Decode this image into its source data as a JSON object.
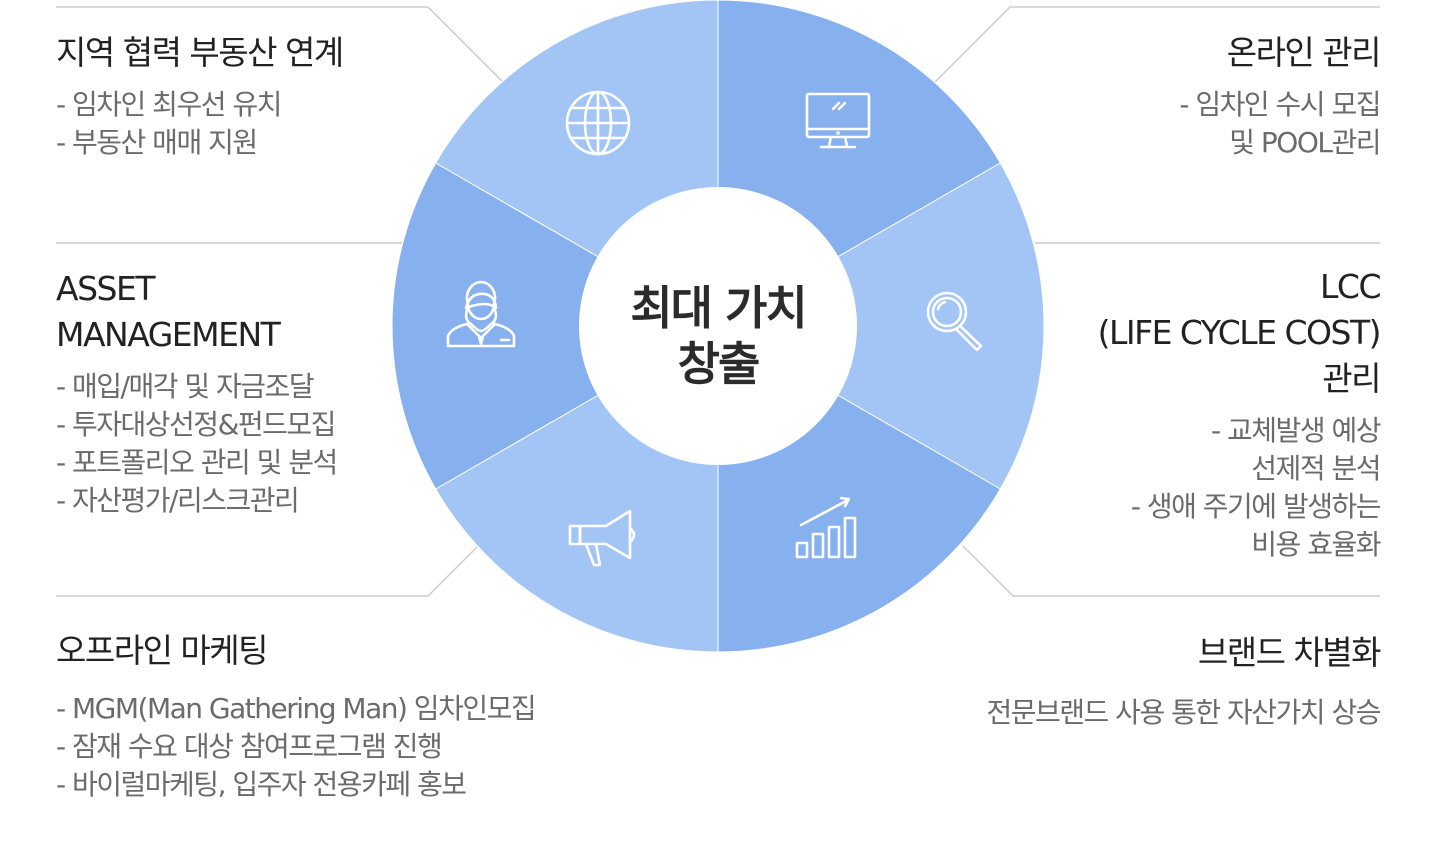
{
  "center": {
    "line1": "최대 가치",
    "line2": "창출"
  },
  "segments": [
    {
      "name": "regional",
      "icon": "globe-icon",
      "color": "#a3c5f5"
    },
    {
      "name": "online",
      "icon": "monitor-icon",
      "color": "#87b0ef"
    },
    {
      "name": "lcc",
      "icon": "magnifier-icon",
      "color": "#a3c5f5"
    },
    {
      "name": "brand",
      "icon": "growth-chart-icon",
      "color": "#87b0ef"
    },
    {
      "name": "offline",
      "icon": "megaphone-icon",
      "color": "#a3c5f5"
    },
    {
      "name": "asset",
      "icon": "businessman-icon",
      "color": "#87b0ef"
    }
  ],
  "blocks": {
    "regional": {
      "title": [
        "지역 협력 부동산 연계"
      ],
      "items": [
        "- 임차인 최우선 유치",
        "- 부동산 매매 지원"
      ]
    },
    "asset": {
      "title": [
        "ASSET",
        "MANAGEMENT"
      ],
      "items": [
        "- 매입/매각 및 자금조달",
        "- 투자대상선정&펀드모집",
        "- 포트폴리오 관리 및 분석",
        "- 자산평가/리스크관리"
      ]
    },
    "offline": {
      "title": [
        "오프라인 마케팅"
      ],
      "items": [
        "- MGM(Man Gathering Man) 임차인모집",
        "- 잠재 수요 대상 참여프로그램 진행",
        "- 바이럴마케팅, 입주자 전용카페 홍보"
      ]
    },
    "online": {
      "title": [
        "온라인 관리"
      ],
      "items": [
        "- 임차인 수시 모집",
        "및 POOL관리"
      ]
    },
    "lcc": {
      "title": [
        "LCC",
        "(LIFE CYCLE COST)",
        "관리"
      ],
      "items": [
        "- 교체발생 예상",
        "선제적 분석",
        "- 생애 주기에 발생하는",
        "비용 효율화"
      ]
    },
    "brand": {
      "title": [
        "브랜드 차별화"
      ],
      "items": [
        "전문브랜드 사용 통한 자산가치 상승"
      ]
    },
    "colors": {
      "light_segment": "#a3c5f5",
      "dark_segment": "#87b0ef",
      "connector": "#cccccc",
      "title": "#222222",
      "item": "#6b6b6b"
    }
  }
}
